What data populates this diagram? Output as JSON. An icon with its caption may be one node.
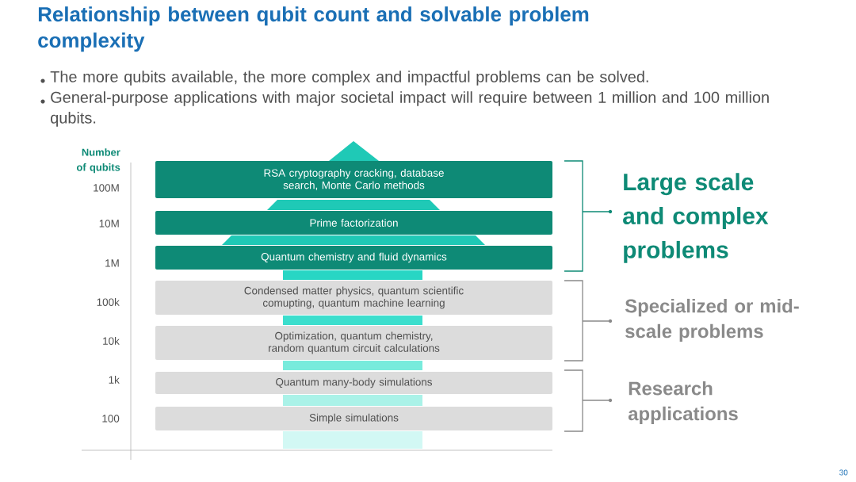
{
  "diagram": {
    "title": "Relationship between qubit count and solvable problem complexity",
    "nodes": [
      {
        "text": [
          "RSA cryptography cracking, database search, Monte Carlo methods"
        ]
      },
      {
        "text": [
          "Prime factorization"
        ]
      },
      {
        "text": [
          "Quantum chemistry and fluid dynamics"
        ]
      },
      {
        "text": [
          "Condensed matter physics, quantum scientific comupting, quantum machine learning"
        ]
      },
      {
        "text": [
          "Optimization, quantum chemistry, random quantum circuit calculations"
        ]
      },
      {
        "text": [
          "Quantum many-body simulations"
        ]
      },
      {
        "text": [
          "Simple simulations"
        ]
      }
    ],
    "labels": [
      "The more qubits available, the more complex and impactful problems can be solved.",
      "General-purpose applications with major societal impact will require between 1 million and 100 million qubits.",
      "Number of qubits",
      "100M",
      "10M",
      "1M",
      "100k",
      "10k",
      "1k",
      "100",
      "Large scale and complex problems",
      "Specialized or mid-scale problems",
      "Research applications",
      "30"
    ]
  }
}
